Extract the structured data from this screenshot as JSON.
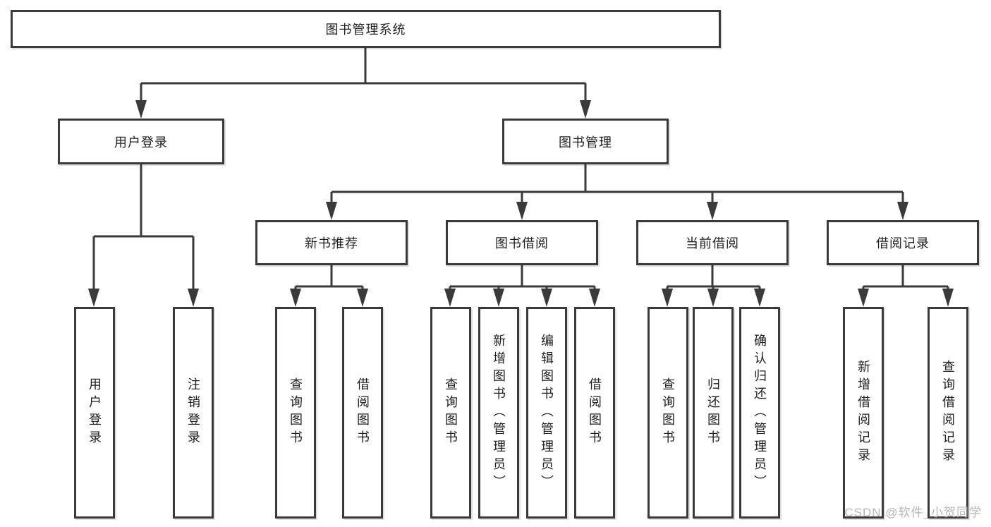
{
  "colors": {
    "background": "#ffffff",
    "line": "#3a3a3a",
    "box_border": "#3a3a3a",
    "box_fill": "#ffffff",
    "text": "#1f1f1f",
    "watermark_text_color": "#b0b0b0"
  },
  "watermark": {
    "text": "CSDN @软件_小贺同学"
  },
  "tree": {
    "root": {
      "label": "图书管理系统",
      "children": [
        {
          "label": "用户登录",
          "children": [
            {
              "label": "用户登录"
            },
            {
              "label": "注销登录"
            }
          ]
        },
        {
          "label": "图书管理",
          "children": [
            {
              "label": "新书推荐",
              "children": [
                {
                  "label": "查询图书"
                },
                {
                  "label": "借阅图书"
                }
              ]
            },
            {
              "label": "图书借阅",
              "children": [
                {
                  "label": "查询图书"
                },
                {
                  "label": "新增图书（管理员）"
                },
                {
                  "label": "编辑图书（管理员）"
                },
                {
                  "label": "借阅图书"
                }
              ]
            },
            {
              "label": "当前借阅",
              "children": [
                {
                  "label": "查询图书"
                },
                {
                  "label": "归还图书"
                },
                {
                  "label": "确认归还（管理员）"
                }
              ]
            },
            {
              "label": "借阅记录",
              "children": [
                {
                  "label": "新增借阅记录"
                },
                {
                  "label": "查询借阅记录"
                }
              ]
            }
          ]
        }
      ]
    }
  }
}
